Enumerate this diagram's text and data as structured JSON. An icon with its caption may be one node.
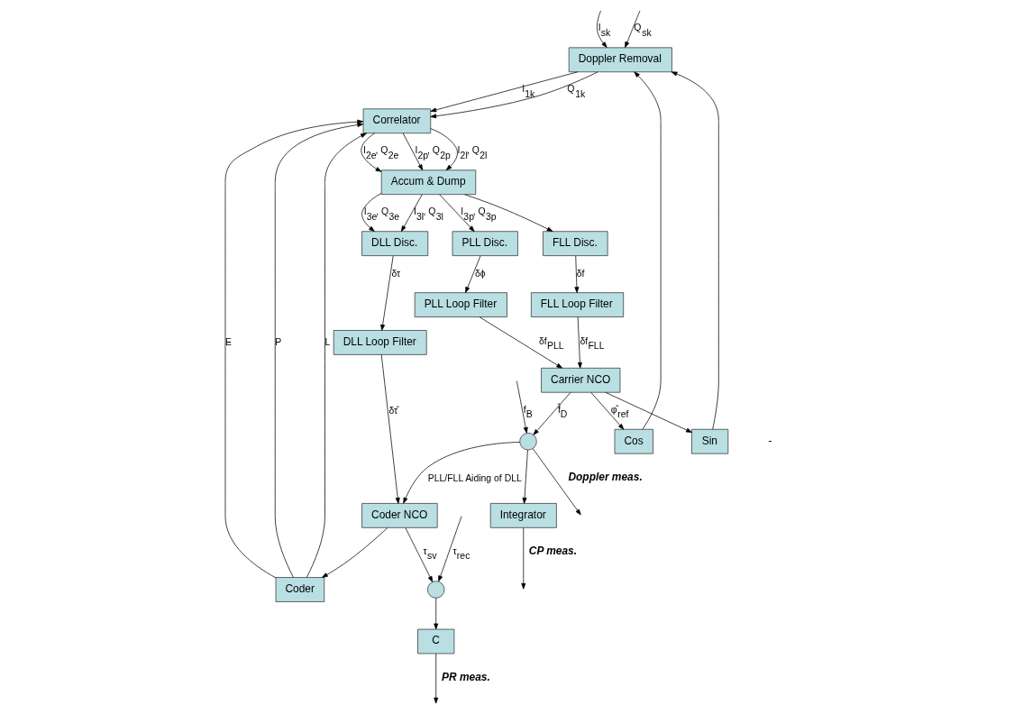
{
  "diagram": {
    "nodes": [
      {
        "text": [
          "Doppler Removal"
        ]
      },
      {
        "text": [
          "Correlator"
        ]
      },
      {
        "text": [
          "Accum & Dump"
        ]
      },
      {
        "text": [
          "Cos"
        ]
      },
      {
        "text": [
          "Sin"
        ]
      },
      {
        "text": [
          "Coder"
        ]
      },
      {
        "text": [
          "DLL Disc."
        ]
      },
      {
        "text": [
          "PLL Disc."
        ]
      },
      {
        "text": [
          "FLL Disc."
        ]
      },
      {
        "text": [
          "DLL Loop Filter"
        ]
      },
      {
        "text": [
          "PLL Loop Filter"
        ]
      },
      {
        "text": [
          "FLL Loop Filter"
        ]
      },
      {
        "text": [
          "Carrier NCO"
        ]
      },
      {
        "text": [
          "Coder NCO"
        ]
      },
      {
        "text": [],
        "shape": "circle"
      },
      {
        "text": [],
        "shape": "circle"
      },
      {
        "text": [
          "C"
        ]
      },
      {
        "text": [
          "Integrator"
        ]
      }
    ],
    "edges": [
      {
        "from": null,
        "to": 0,
        "arrow": "to",
        "label": "I$_{sk}$"
      },
      {
        "from": null,
        "to": 0,
        "arrow": "to",
        "label": "Q$_{sk}$"
      },
      {
        "from": 0,
        "to": 1,
        "arrow": "to",
        "label": "I$_{1k}$"
      },
      {
        "from": 0,
        "to": 1,
        "arrow": "to",
        "label": "Q$_{1k}$"
      },
      {
        "from": 1,
        "to": 2,
        "arrow": "to",
        "label": "I$_{2e}$, Q$_{2e}$"
      },
      {
        "from": 1,
        "to": 2,
        "arrow": "to",
        "label": "I$_{2p}$, Q$_{2p}$"
      },
      {
        "from": 1,
        "to": 2,
        "arrow": "to",
        "label": "I$_{2l}$, Q$_{2l}$"
      },
      {
        "from": 2,
        "to": 6,
        "arrow": "to",
        "label": "I$_{3e}$, Q$_{3e}$"
      },
      {
        "from": 2,
        "to": 6,
        "arrow": "to",
        "label": "I$_{3l}$, Q$_{3l}$"
      },
      {
        "from": 2,
        "to": 7,
        "arrow": "to",
        "label": "I$_{3p}$, Q$_{3p}$"
      },
      {
        "from": 2,
        "to": 8,
        "arrow": "to"
      },
      {
        "from": 6,
        "to": 9,
        "arrow": "to",
        "label": "δτ"
      },
      {
        "from": 7,
        "to": 10,
        "arrow": "to",
        "label": "δϕ"
      },
      {
        "from": 8,
        "to": 11,
        "arrow": "to",
        "label": "δf"
      },
      {
        "from": 9,
        "to": 13,
        "arrow": "to",
        "label": "δτ̂"
      },
      {
        "from": 10,
        "to": 12,
        "arrow": "to",
        "label": "δf$_{PLL}$"
      },
      {
        "from": 11,
        "to": 12,
        "arrow": "to",
        "label": "δf$_{FLL}$"
      },
      {
        "from": 3,
        "to": 0,
        "arrow": "to"
      },
      {
        "from": 4,
        "to": 0,
        "arrow": "to"
      },
      {
        "from": 5,
        "to": 1,
        "arrow": "to",
        "label": "E"
      },
      {
        "from": 5,
        "to": 1,
        "arrow": "to",
        "label": "P"
      },
      {
        "from": 5,
        "to": 1,
        "arrow": "to",
        "label": "L"
      },
      {
        "from": 12,
        "to": 3,
        "arrow": "to",
        "label": "φ̂$_{ref}$"
      },
      {
        "from": 12,
        "to": 4,
        "arrow": "to"
      },
      {
        "from": 13,
        "to": 5,
        "arrow": "to"
      },
      {
        "from": 12,
        "to": 14,
        "arrow": "to",
        "label": "f̂$_{D}$"
      },
      {
        "from": 14,
        "to": 13,
        "arrow": "to",
        "label": "PLL/FLL Aiding of DLL"
      },
      {
        "from": 14,
        "to": 17,
        "arrow": "to"
      },
      {
        "from": 14,
        "to": null,
        "arrow": "to",
        "label": "Doppler meas."
      },
      {
        "from": null,
        "to": 14,
        "arrow": "to",
        "label": "f$_{B}$"
      },
      {
        "from": 13,
        "to": 15,
        "arrow": "to",
        "label": "τ$_{sv}$"
      },
      {
        "from": null,
        "to": 15,
        "arrow": "to",
        "label": "τ$_{rec}$"
      },
      {
        "from": 15,
        "to": 16,
        "arrow": "to"
      },
      {
        "from": 16,
        "to": null,
        "arrow": "to",
        "label": "PR meas."
      },
      {
        "from": 17,
        "to": null,
        "arrow": "to",
        "label": "CP meas."
      }
    ],
    "labels": [
      "-"
    ]
  }
}
